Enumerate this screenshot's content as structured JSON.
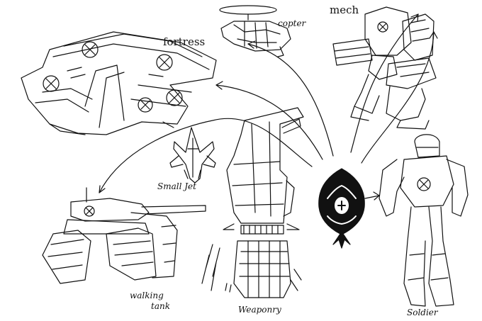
{
  "labels": {
    "fortress": "fortress",
    "copter": "copter",
    "mech": "mech",
    "small_jet": "Small Jet",
    "walking": "walking",
    "tank": "tank",
    "weaponry": "Weaponry",
    "soldier": "Soldier"
  },
  "colors": {
    "ink": "#111111",
    "paper": "#ffffff"
  }
}
